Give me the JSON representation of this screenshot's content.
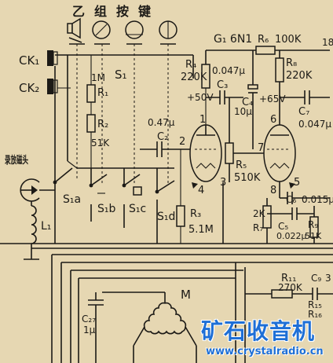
{
  "header": {
    "keys_title": "乙组按键",
    "tube_type": "G₁ 6N1"
  },
  "jacks": {
    "ck1": "CK₁",
    "ck2": "CK₂"
  },
  "head": {
    "label": "录放磁头"
  },
  "switches": {
    "group": "S₁",
    "s1a": "S₁a",
    "s1b": "S₁b",
    "s1c": "S₁c",
    "s1d": "S₁d"
  },
  "components": {
    "r1": "R₁",
    "r1_value": "1M",
    "r2": "R₂",
    "r2_value": "51K",
    "c2_value": "0.47μ",
    "c2": "C₂",
    "r3": "R₃",
    "r3_value": "5.1M",
    "r4": "R₄",
    "r4_value": "220K",
    "c3_value": "0.047μ",
    "c3": "C₃",
    "b_plus_1": "+50V",
    "c4": "C₄",
    "c4_value": "10μ",
    "r5": "R₅",
    "r5_value": "510K",
    "r6": "R₆",
    "r6_value": "100K",
    "r8": "R₈",
    "r8_value": "220K",
    "b_plus_2": "+65V",
    "c7": "C₇",
    "c7_value": "0.047μ",
    "c6": "C₆",
    "c6_value": "0.015μ",
    "r7": "R₇",
    "r7_value": "2K",
    "c5": "C₅",
    "c5_value": "0.022μ",
    "r9": "R₉",
    "r9_value": "51K",
    "r11": "R₁₁",
    "r11_value": "270K",
    "c9": "C₉",
    "c9_value": "3",
    "r15": "R₁₅",
    "r16": "R₁₆",
    "c27": "C₂₇",
    "c27_value": "1μ",
    "motor": "M",
    "l1": "L₁",
    "edge_label": "18"
  },
  "pins": {
    "p1": "1",
    "p2": "2",
    "p3": "3",
    "p4": "4",
    "p5": "5",
    "p6": "6",
    "p7": "7",
    "p8": "8"
  },
  "watermark": {
    "title": "矿石收音机",
    "url": "www.crystalradio.cn",
    "color": "#1e6fd6"
  }
}
